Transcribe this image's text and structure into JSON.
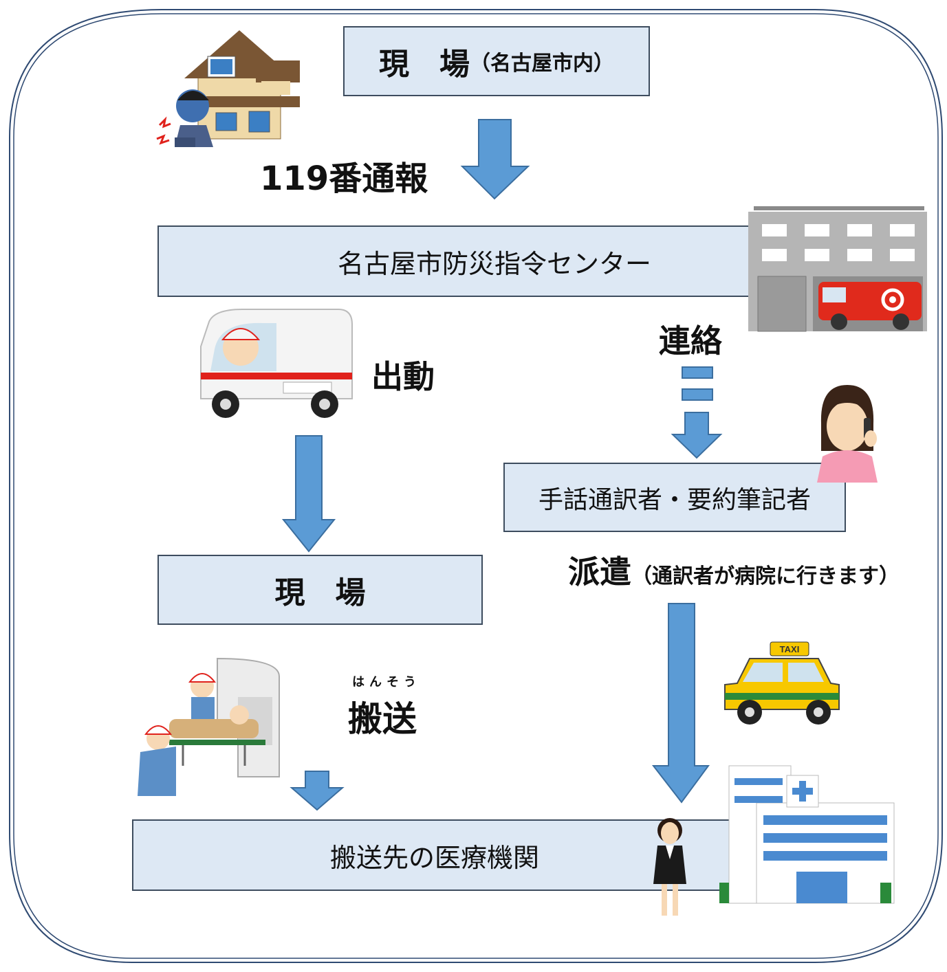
{
  "nodes": {
    "scene_top": {
      "main": "現　場",
      "sub": "（名古屋市内）"
    },
    "command_center": "名古屋市防災指令センター",
    "scene_mid": "現　場",
    "interpreter": "手話通訳者・要約筆記者",
    "hospital": "搬送先の医療機関"
  },
  "labels": {
    "call": "119番通報",
    "dispatch": "出動",
    "contact": "連絡",
    "send": "派遣",
    "send_note": "（通訳者が病院に行きます）",
    "transport": "搬送",
    "transport_ruby": "はんそう"
  },
  "taxi_sign": "TAXI",
  "icons": [
    "house-icon",
    "distressed-man-icon",
    "fire-station-icon",
    "fire-truck-icon",
    "ambulance-icon",
    "woman-phone-icon",
    "stretcher-transport-icon",
    "taxi-icon",
    "hospital-icon",
    "interpreter-woman-icon"
  ],
  "colors": {
    "box_fill": "#dde8f4",
    "box_border": "#3d4c5e",
    "arrow_fill": "#5b9bd5",
    "arrow_border": "#3b6e9f",
    "frame": "#2f4a72"
  }
}
